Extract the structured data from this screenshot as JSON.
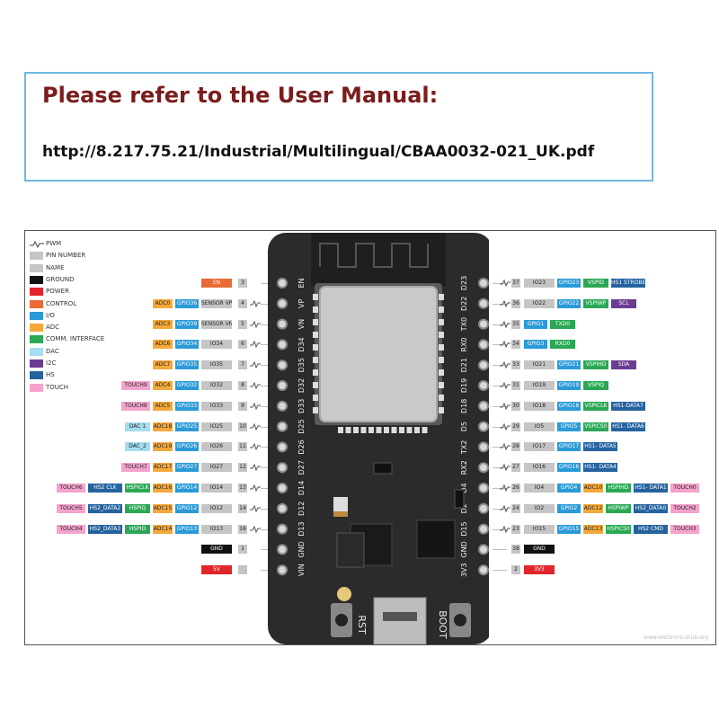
{
  "notice": {
    "title": "Please refer to the User Manual:",
    "url": "http://8.217.75.21/Industrial/Multilingual/CBAA0032-021_UK.pdf"
  },
  "colors": {
    "ground": "#111111",
    "power": "#e0262b",
    "control": "#e86a34",
    "io": "#2a9ad8",
    "adc": "#f4a93a",
    "comm": "#2aa855",
    "dac": "#a6dcef",
    "i2c": "#6b3c92",
    "hs": "#25639f",
    "touch": "#f5a3cd",
    "name": "#c5c5c5",
    "pin_number": "#c5c5c5",
    "board": "#2b2b2b"
  },
  "legend": [
    {
      "label": "PWM",
      "icon": "pwm-wave-icon"
    },
    {
      "label": "PIN NUMBER",
      "key": "pin_number"
    },
    {
      "label": "NAME",
      "key": "name"
    },
    {
      "label": "GROUND",
      "key": "ground"
    },
    {
      "label": "POWER",
      "key": "power"
    },
    {
      "label": "CONTROL",
      "key": "control"
    },
    {
      "label": "I/O",
      "key": "io"
    },
    {
      "label": "ADC",
      "key": "adc"
    },
    {
      "label": "COMM. INTERFACE",
      "key": "comm"
    },
    {
      "label": "DAC",
      "key": "dac"
    },
    {
      "label": "I2C",
      "key": "i2c"
    },
    {
      "label": "HS",
      "key": "hs"
    },
    {
      "label": "TOUCH",
      "key": "touch"
    }
  ],
  "board": {
    "left_pins": [
      "EN",
      "VP",
      "VN",
      "D34",
      "D35",
      "D32",
      "D33",
      "D25",
      "D26",
      "D27",
      "D14",
      "D12",
      "D13",
      "GND",
      "VIN"
    ],
    "right_pins": [
      "D23",
      "D22",
      "TX0",
      "RX0",
      "D21",
      "D19",
      "D18",
      "D5",
      "TX2",
      "RX2",
      "D4",
      "D2",
      "D15",
      "GND",
      "3V3"
    ],
    "rst_label": "RST",
    "boot_label": "BOOT"
  },
  "left_rows": [
    {
      "num": "3",
      "pwm": false,
      "tags": [
        {
          "t": "EN",
          "c": "control"
        }
      ]
    },
    {
      "num": "4",
      "pwm": true,
      "tags": [
        {
          "t": "SENSOR VP",
          "c": "name"
        },
        {
          "t": "GPIO36",
          "c": "io"
        },
        {
          "t": "ADC0",
          "c": "adc"
        }
      ]
    },
    {
      "num": "5",
      "pwm": true,
      "tags": [
        {
          "t": "SENSOR VN",
          "c": "name"
        },
        {
          "t": "GPIO39",
          "c": "io"
        },
        {
          "t": "ADC3",
          "c": "adc"
        }
      ]
    },
    {
      "num": "6",
      "pwm": true,
      "tags": [
        {
          "t": "IO34",
          "c": "name"
        },
        {
          "t": "GPIO34",
          "c": "io"
        },
        {
          "t": "ADC6",
          "c": "adc"
        }
      ]
    },
    {
      "num": "7",
      "pwm": true,
      "tags": [
        {
          "t": "IO35",
          "c": "name"
        },
        {
          "t": "GPIO35",
          "c": "io"
        },
        {
          "t": "ADC7",
          "c": "adc"
        }
      ]
    },
    {
      "num": "8",
      "pwm": true,
      "tags": [
        {
          "t": "IO32",
          "c": "name"
        },
        {
          "t": "GPIO32",
          "c": "io"
        },
        {
          "t": "ADC4",
          "c": "adc"
        },
        {
          "t": "TOUCH9",
          "c": "touch"
        }
      ]
    },
    {
      "num": "9",
      "pwm": true,
      "tags": [
        {
          "t": "IO33",
          "c": "name"
        },
        {
          "t": "GPIO33",
          "c": "io"
        },
        {
          "t": "ADC5",
          "c": "adc"
        },
        {
          "t": "TOUCH8",
          "c": "touch"
        }
      ]
    },
    {
      "num": "10",
      "pwm": true,
      "tags": [
        {
          "t": "IO25",
          "c": "name"
        },
        {
          "t": "GPIO25",
          "c": "io"
        },
        {
          "t": "ADC18",
          "c": "adc"
        },
        {
          "t": "DAC 1",
          "c": "dac"
        }
      ]
    },
    {
      "num": "11",
      "pwm": true,
      "tags": [
        {
          "t": "IO26",
          "c": "name"
        },
        {
          "t": "GPIO26",
          "c": "io"
        },
        {
          "t": "ADC19",
          "c": "adc"
        },
        {
          "t": "DAC_2",
          "c": "dac"
        }
      ]
    },
    {
      "num": "12",
      "pwm": true,
      "tags": [
        {
          "t": "IO27",
          "c": "name"
        },
        {
          "t": "GPIO27",
          "c": "io"
        },
        {
          "t": "ADC17",
          "c": "adc"
        },
        {
          "t": "TOUCH7",
          "c": "touch"
        }
      ]
    },
    {
      "num": "13",
      "pwm": true,
      "tags": [
        {
          "t": "IO14",
          "c": "name"
        },
        {
          "t": "GPIO14",
          "c": "io"
        },
        {
          "t": "ADC16",
          "c": "adc"
        },
        {
          "t": "HSPICLK",
          "c": "comm"
        },
        {
          "t": "HS2 CLK",
          "c": "hs"
        },
        {
          "t": "TOUCH6",
          "c": "touch"
        }
      ]
    },
    {
      "num": "14",
      "pwm": true,
      "tags": [
        {
          "t": "IO12",
          "c": "name"
        },
        {
          "t": "GPIO12",
          "c": "io"
        },
        {
          "t": "ADC15",
          "c": "adc"
        },
        {
          "t": "HSPIQ",
          "c": "comm"
        },
        {
          "t": "HS2_DATA2",
          "c": "hs"
        },
        {
          "t": "TOUCH5",
          "c": "touch"
        }
      ]
    },
    {
      "num": "16",
      "pwm": true,
      "tags": [
        {
          "t": "IO13",
          "c": "name"
        },
        {
          "t": "GPIO13",
          "c": "io"
        },
        {
          "t": "ADC14",
          "c": "adc"
        },
        {
          "t": "HSPID",
          "c": "comm"
        },
        {
          "t": "HS2_DATA3",
          "c": "hs"
        },
        {
          "t": "TOUCH4",
          "c": "touch"
        }
      ]
    },
    {
      "num": "1",
      "pwm": false,
      "tags": [
        {
          "t": "GND",
          "c": "ground"
        }
      ]
    },
    {
      "num": "",
      "pwm": false,
      "tags": [
        {
          "t": "5V",
          "c": "power"
        }
      ]
    }
  ],
  "right_rows": [
    {
      "num": "37",
      "pwm": true,
      "tags": [
        {
          "t": "IO23",
          "c": "name"
        },
        {
          "t": "GPIO23",
          "c": "io"
        },
        {
          "t": "VSPID",
          "c": "comm"
        },
        {
          "t": "HS1 STROBE",
          "c": "hs"
        }
      ]
    },
    {
      "num": "36",
      "pwm": true,
      "tags": [
        {
          "t": "IO22",
          "c": "name"
        },
        {
          "t": "GPIO22",
          "c": "io"
        },
        {
          "t": "VSPIWP",
          "c": "comm"
        },
        {
          "t": "SCL",
          "c": "i2c"
        }
      ]
    },
    {
      "num": "35",
      "pwm": true,
      "tags": [
        {
          "t": "GPIO1",
          "c": "io"
        },
        {
          "t": "TXD0",
          "c": "comm"
        }
      ]
    },
    {
      "num": "34",
      "pwm": true,
      "tags": [
        {
          "t": "GPIO3",
          "c": "io"
        },
        {
          "t": "RXD0",
          "c": "comm"
        }
      ]
    },
    {
      "num": "33",
      "pwm": true,
      "tags": [
        {
          "t": "IO21",
          "c": "name"
        },
        {
          "t": "GPIO21",
          "c": "io"
        },
        {
          "t": "VSPIHD",
          "c": "comm"
        },
        {
          "t": "SDA",
          "c": "i2c"
        }
      ]
    },
    {
      "num": "31",
      "pwm": true,
      "tags": [
        {
          "t": "IO19",
          "c": "name"
        },
        {
          "t": "GPIO19",
          "c": "io"
        },
        {
          "t": "VSPIQ",
          "c": "comm"
        }
      ]
    },
    {
      "num": "30",
      "pwm": true,
      "tags": [
        {
          "t": "IO18",
          "c": "name"
        },
        {
          "t": "GPIO18",
          "c": "io"
        },
        {
          "t": "VSPICLK",
          "c": "comm"
        },
        {
          "t": "HS1-DATA7",
          "c": "hs"
        }
      ]
    },
    {
      "num": "29",
      "pwm": true,
      "tags": [
        {
          "t": "IO5",
          "c": "name"
        },
        {
          "t": "GPIO5",
          "c": "io"
        },
        {
          "t": "VSPICS0",
          "c": "comm"
        },
        {
          "t": "HS1- DATA6",
          "c": "hs"
        }
      ]
    },
    {
      "num": "28",
      "pwm": true,
      "tags": [
        {
          "t": "IO17",
          "c": "name"
        },
        {
          "t": "GPIO17",
          "c": "io"
        },
        {
          "t": "HS1- DATA5",
          "c": "hs"
        }
      ]
    },
    {
      "num": "27",
      "pwm": true,
      "tags": [
        {
          "t": "IO16",
          "c": "name"
        },
        {
          "t": "GPIO16",
          "c": "io"
        },
        {
          "t": "HS1- DATA4",
          "c": "hs"
        }
      ]
    },
    {
      "num": "26",
      "pwm": true,
      "tags": [
        {
          "t": "IO4",
          "c": "name"
        },
        {
          "t": "GPIO4",
          "c": "io"
        },
        {
          "t": "ADC10",
          "c": "adc"
        },
        {
          "t": "HSPIHD",
          "c": "comm"
        },
        {
          "t": "HS1- DATA1",
          "c": "hs"
        },
        {
          "t": "TOUCH0",
          "c": "touch"
        }
      ]
    },
    {
      "num": "24",
      "pwm": true,
      "tags": [
        {
          "t": "IO2",
          "c": "name"
        },
        {
          "t": "GPIO2",
          "c": "io"
        },
        {
          "t": "ADC12",
          "c": "adc"
        },
        {
          "t": "HSPIWP",
          "c": "comm"
        },
        {
          "t": "HS2_DATA0",
          "c": "hs"
        },
        {
          "t": "TOUCH2",
          "c": "touch"
        }
      ]
    },
    {
      "num": "23",
      "pwm": true,
      "tags": [
        {
          "t": "IO15",
          "c": "name"
        },
        {
          "t": "GPIO15",
          "c": "io"
        },
        {
          "t": "ADC13",
          "c": "adc"
        },
        {
          "t": "HSPICS0",
          "c": "comm"
        },
        {
          "t": "HS2 CMD",
          "c": "hs"
        },
        {
          "t": "TOUCH3",
          "c": "touch"
        }
      ]
    },
    {
      "num": "38",
      "pwm": false,
      "tags": [
        {
          "t": "GND",
          "c": "ground"
        }
      ]
    },
    {
      "num": "2",
      "pwm": false,
      "tags": [
        {
          "t": "3V3",
          "c": "power"
        }
      ]
    }
  ],
  "watermark": "www.electronicshub.org"
}
